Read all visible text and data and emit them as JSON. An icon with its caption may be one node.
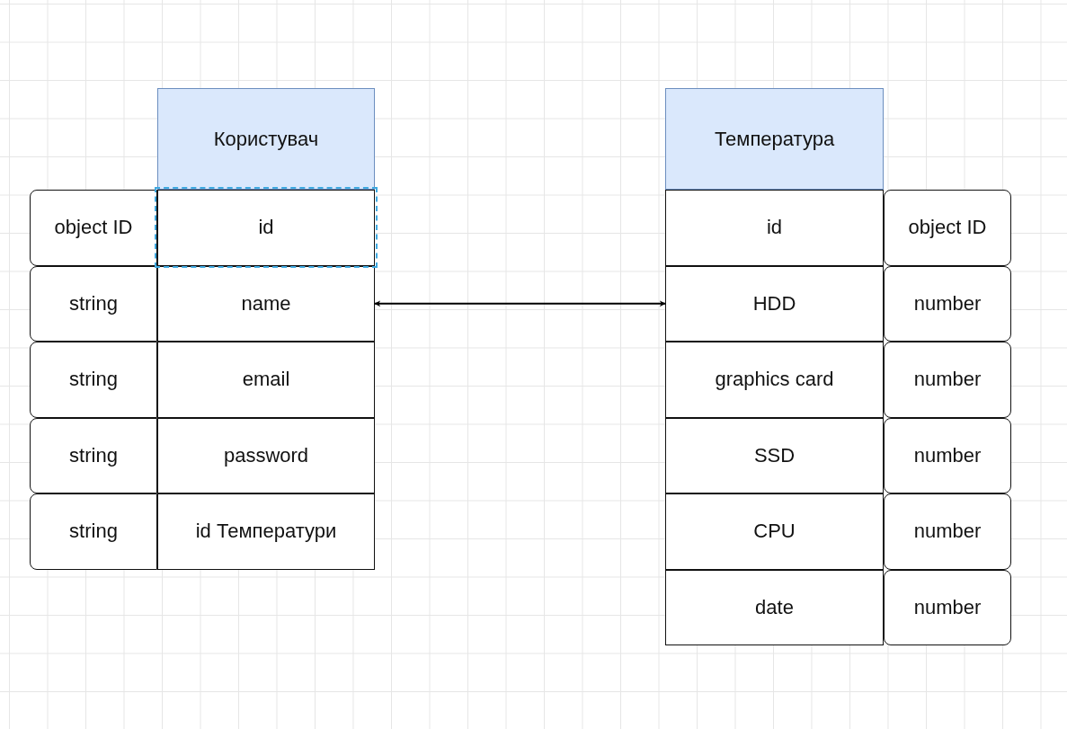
{
  "diagram": {
    "nodes": [
      {
        "text": [
          "Користувач"
        ]
      },
      {
        "text": [
          "object ID"
        ]
      },
      {
        "text": [
          "id"
        ]
      },
      {
        "text": [
          "string"
        ]
      },
      {
        "text": [
          "name"
        ]
      },
      {
        "text": [
          "string"
        ]
      },
      {
        "text": [
          "email"
        ]
      },
      {
        "text": [
          "string"
        ]
      },
      {
        "text": [
          "password"
        ]
      },
      {
        "text": [
          "string"
        ]
      },
      {
        "text": [
          "id Температури"
        ]
      },
      {
        "text": [
          "Температура"
        ]
      },
      {
        "text": [
          "id"
        ]
      },
      {
        "text": [
          "object ID"
        ]
      },
      {
        "text": [
          "HDD"
        ]
      },
      {
        "text": [
          "number"
        ]
      },
      {
        "text": [
          "graphics card"
        ]
      },
      {
        "text": [
          "number"
        ]
      },
      {
        "text": [
          "SSD"
        ]
      },
      {
        "text": [
          "number"
        ]
      },
      {
        "text": [
          "CPU"
        ]
      },
      {
        "text": [
          "number"
        ]
      },
      {
        "text": [
          "date"
        ]
      },
      {
        "text": [
          "number"
        ]
      }
    ],
    "edges": [
      {
        "from": 4,
        "to": 14,
        "arrow": "both"
      }
    ]
  }
}
